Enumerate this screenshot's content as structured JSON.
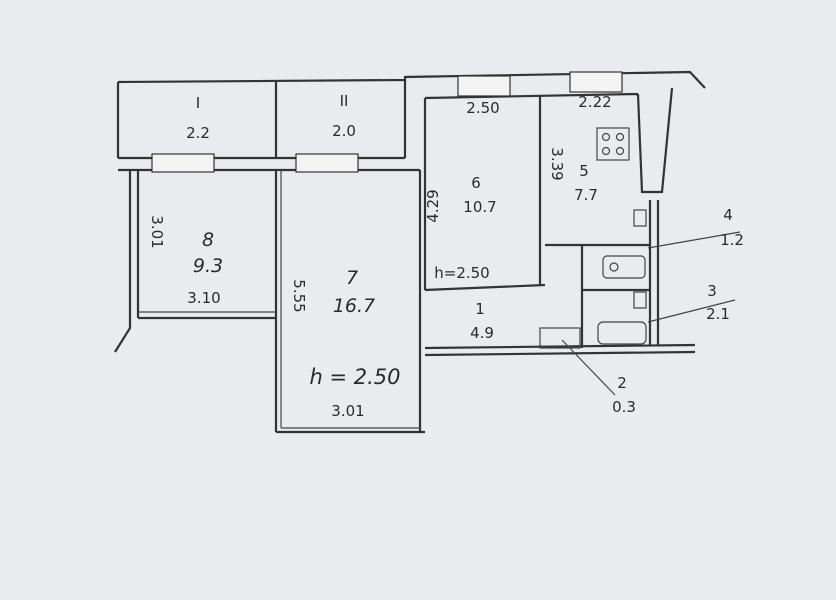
{
  "rooms": {
    "balcony_1": {
      "num": "I",
      "area": "2.2"
    },
    "balcony_2": {
      "num": "II",
      "area": "2.0"
    },
    "room_8": {
      "num": "8",
      "area": "9.3",
      "width": "3.10",
      "side": "3.01"
    },
    "room_7": {
      "num": "7",
      "area": "16.7",
      "length": "5.55",
      "width": "3.01",
      "height": "h = 2.50"
    },
    "room_6": {
      "num": "6",
      "area": "10.7",
      "top": "2.50",
      "side": "4.29",
      "height": "h=2.50"
    },
    "room_5": {
      "num": "5",
      "area": "7.7",
      "top": "2.22",
      "side": "3.39"
    },
    "room_1": {
      "num": "1",
      "area": "4.9"
    },
    "room_2": {
      "num": "2",
      "area": "0.3"
    },
    "room_3": {
      "num": "3",
      "area": "2.1"
    },
    "room_4": {
      "num": "4",
      "area": "1.2"
    }
  },
  "colors": {
    "paper": "#e9ebee",
    "ink": "#2a2a2a"
  }
}
